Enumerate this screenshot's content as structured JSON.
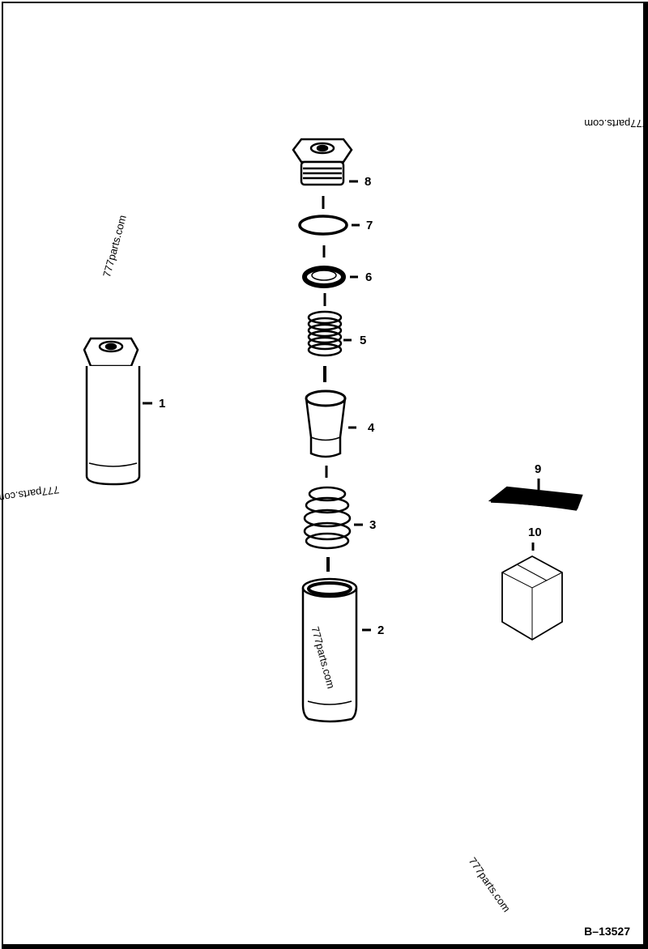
{
  "diagram": {
    "drawing_number": "B–13527",
    "watermark": "777parts.com",
    "parts": [
      {
        "callout": "1"
      },
      {
        "callout": "2"
      },
      {
        "callout": "3"
      },
      {
        "callout": "4"
      },
      {
        "callout": "5"
      },
      {
        "callout": "6"
      },
      {
        "callout": "7"
      },
      {
        "callout": "8"
      },
      {
        "callout": "9"
      },
      {
        "callout": "10"
      }
    ]
  }
}
